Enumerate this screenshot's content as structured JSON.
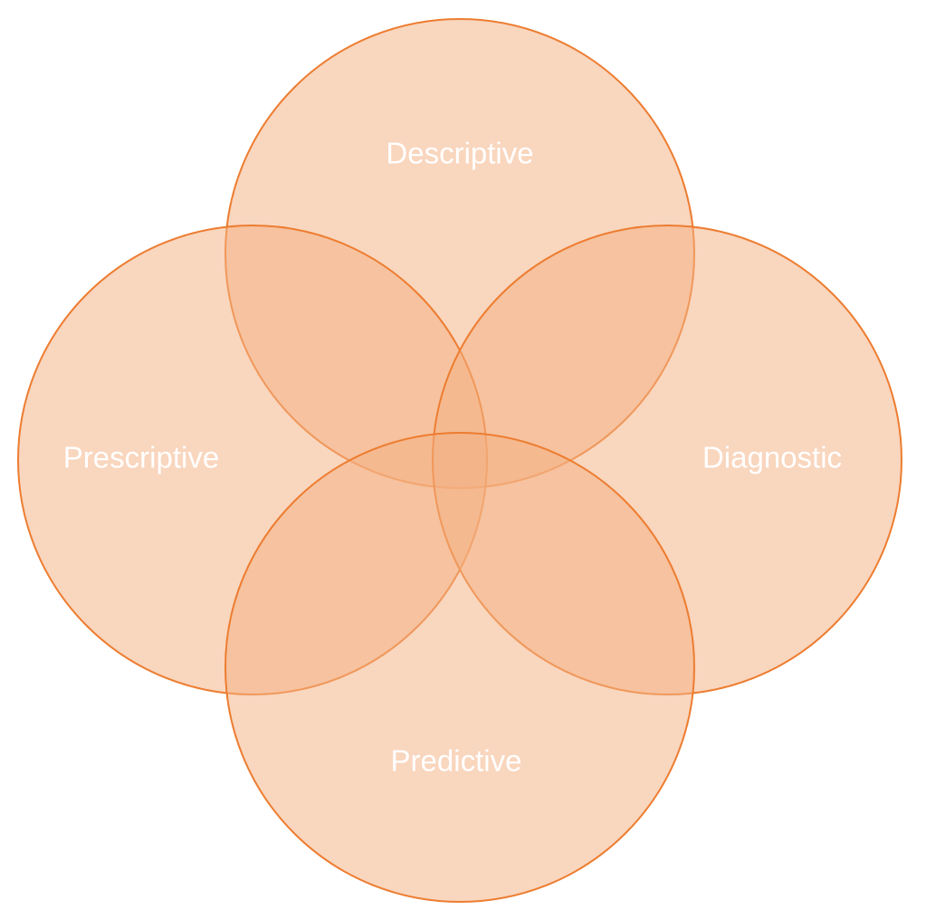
{
  "diagram": {
    "type": "venn",
    "circles": [
      {
        "id": "descriptive",
        "label": "Descriptive"
      },
      {
        "id": "diagnostic",
        "label": "Diagnostic"
      },
      {
        "id": "predictive",
        "label": "Predictive"
      },
      {
        "id": "prescriptive",
        "label": "Prescriptive"
      }
    ],
    "colors": {
      "fill": "#F4B183",
      "stroke": "#ED7D31",
      "label": "#FFFFFF",
      "background": "#FFFFFF"
    },
    "fill_opacity": 0.52
  }
}
